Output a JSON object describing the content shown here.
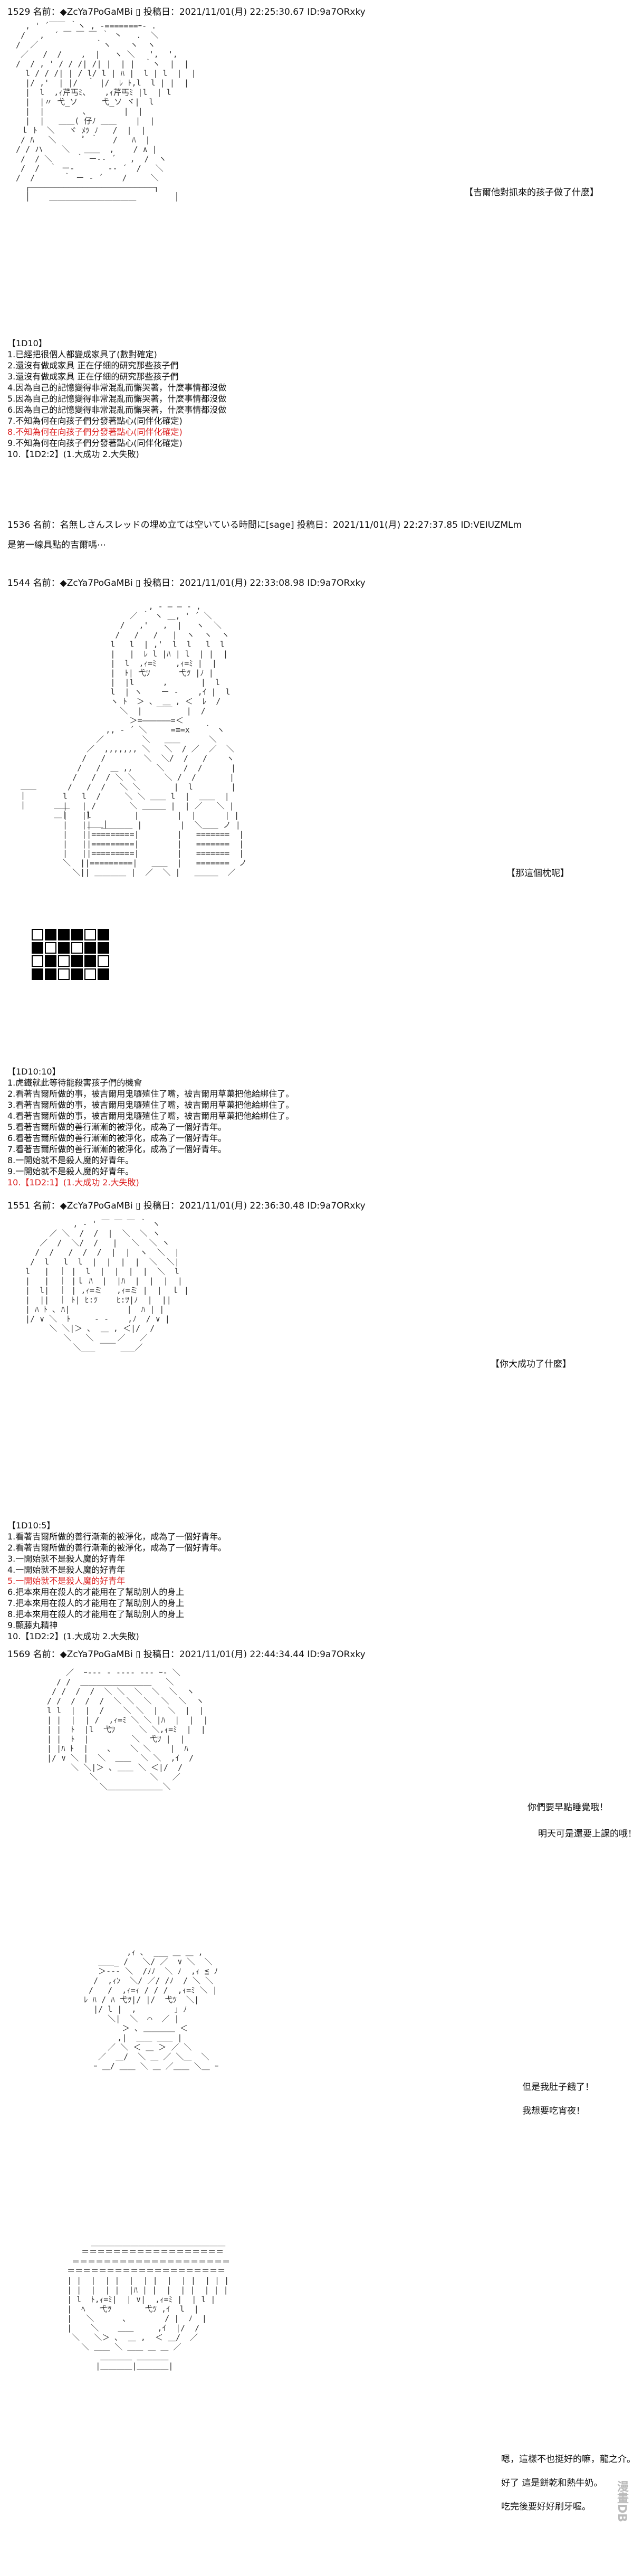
{
  "post1": {
    "header": "1529 名前：◆ZcYa7PoGaMBi ▯ 投稿日：2021/11/01(月) 22:25:30.67 ID:9a7ORxky",
    "caption": "【吉爾他對抓來的孩子做了什麼】",
    "choices_title": "【1D10】",
    "choices": [
      "1.已經把很個人都變成家具了(數對確定)",
      "2.還沒有做成家具 正在仔細的研究那些孩子們",
      "3.還沒有做成家具 正在仔細的研究那些孩子們",
      "4.因為自己的記憶變得非常混亂而懈哭著，什麼事情都沒做",
      "5.因為自己的記憶變得非常混亂而懈哭著，什麼事情都沒做",
      "6.因為自己的記憶變得非常混亂而懈哭著，什麼事情都沒做",
      "7.不知為何在向孩子們分發著點心(同伴化確定)",
      "8.不知為何在向孩子們分發著點心(同伴化確定)",
      "9.不知為何在向孩子們分發著點心(同伴化確定)",
      "10.【1D2:2】(1.大成功 2.大失敗)"
    ]
  },
  "post2": {
    "header": "1536 名前：名無しさんスレッドの埋め立ては空いている時間に[sage] 投稿日：2021/11/01(月) 22:27:37.85 ID:VEIUZMLm",
    "body": "是第一線具點的吉爾嗎⋯"
  },
  "post3": {
    "header": "1544 名前：◆ZcYa7PoGaMBi ▯ 投稿日：2021/11/01(月) 22:33:08.98 ID:9a7ORxky",
    "caption": "【那這個枕呢】",
    "choices_title": "【1D10:10】",
    "choices": [
      "1.虎鐵就此等待能殺害孩子們的機會",
      "2.看著吉爾所做的事，被吉爾用鬼囉殖住了嘴，被吉爾用草菓把他給綁住了。",
      "3.看著吉爾所做的事，被吉爾用鬼囉殖住了嘴，被吉爾用草菓把他給綁住了。",
      "4.看著吉爾所做的事，被吉爾用鬼囉殖住了嘴，被吉爾用草菓把他給綁住了。",
      "5.看著吉爾所做的善行漸漸的被淨化，成為了一個好青年。",
      "6.看著吉爾所做的善行漸漸的被淨化，成為了一個好青年。",
      "7.看著吉爾所做的善行漸漸的被淨化，成為了一個好青年。",
      "8.一開始就不是殺人魔的好青年。",
      "9.一開始就不是殺人魔的好青年。",
      "10.【1D2:1】(1.大成功 2.大失敗)"
    ]
  },
  "post4": {
    "header": "1551 名前：◆ZcYa7PoGaMBi ▯ 投稿日：2021/11/01(月) 22:36:30.48 ID:9a7ORxky",
    "caption": "【你大成功了什麼】",
    "choices_title": "【1D10:5】",
    "choices": [
      "1.看著吉爾所做的善行漸漸的被淨化，成為了一個好青年。",
      "2.看著吉爾所做的善行漸漸的被淨化，成為了一個好青年。",
      "3.一開始就不是殺人魔的好青年",
      "4.一開始就不是殺人魔的好青年",
      "5.一開始就不是殺人魔的好青年",
      "6.把本來用在殺人的才能用在了幫助別人的身上",
      "7.把本來用在殺人的才能用在了幫助別人的身上",
      "8.把本來用在殺人的才能用在了幫助別人的身上",
      "9.顯藤丸精神",
      "10.【1D2:2】(1.大成功 2.大失敗)"
    ]
  },
  "post5": {
    "header": "1569 名前：◆ZcYa7PoGaMBi ▯ 投稿日：2021/11/01(月) 22:44:34.44 ID:9a7ORxky",
    "speech1a": "你們要早點睡覺哦！",
    "speech1b": "明天可是還要上課的哦！",
    "speech2a": "但是我肚子餓了！",
    "speech2b": "我想要吃宵夜！",
    "speech3a": "嗯，這樣不也挺好的嘛，龍之介。",
    "speech3b": "好了 這是餅乾和熱牛奶。",
    "speech3c": "吃完後要好好刷牙喔。"
  },
  "watermark": "漫畫DB",
  "colors": {
    "text": "#111111",
    "highlight": "#d22222",
    "background": "#ffffff"
  }
}
